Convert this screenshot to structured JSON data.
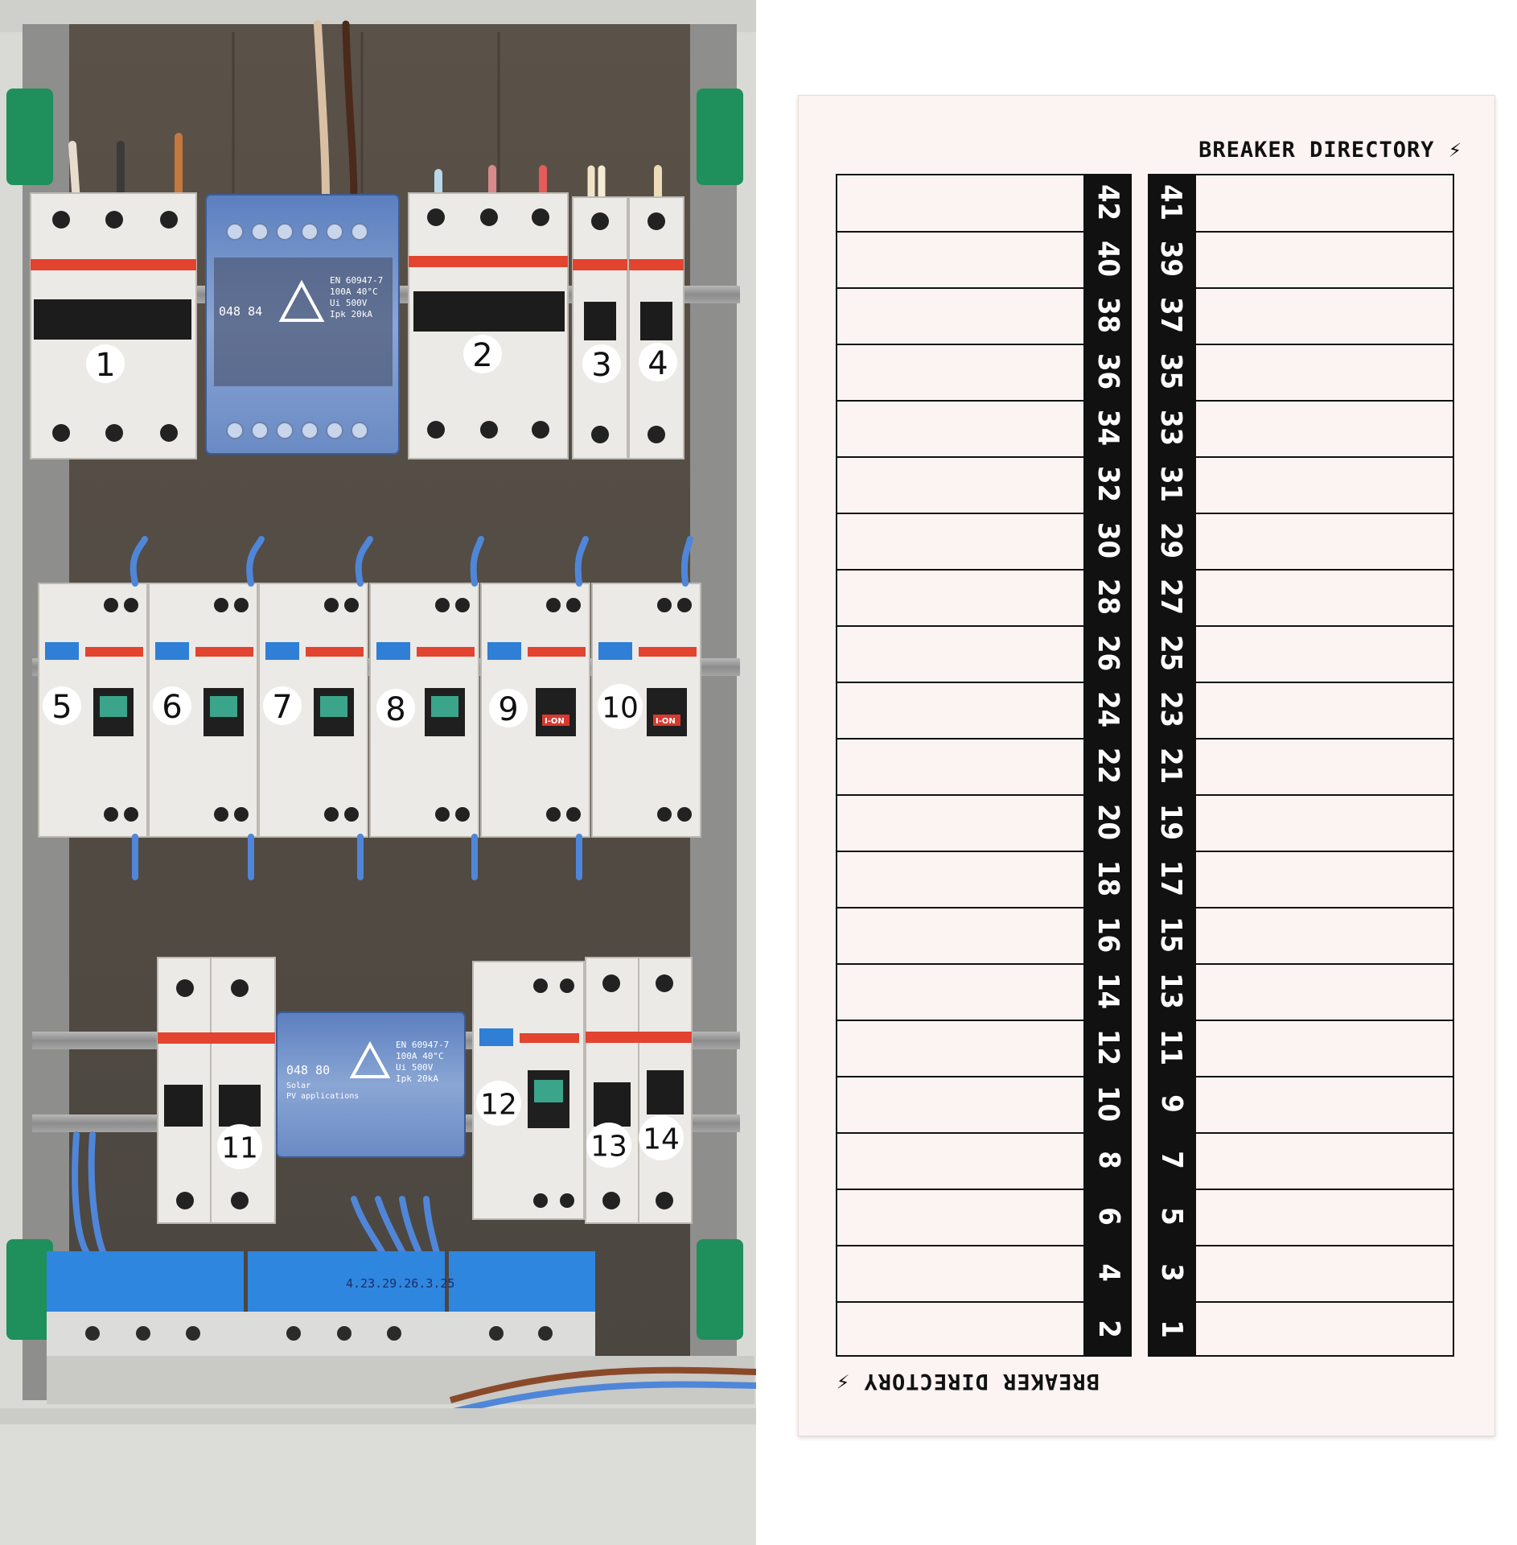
{
  "panel": {
    "breaker_labels": [
      "1",
      "2",
      "3",
      "4",
      "5",
      "6",
      "7",
      "8",
      "9",
      "10",
      "11",
      "12",
      "13",
      "14"
    ],
    "terminal_code": "4.23.29.26.3.25",
    "distribution_block_top": {
      "part": "048 84",
      "spec_lines": [
        "EN 60947-7",
        "100A 40°C",
        "Ui 500V",
        "Ipk 20kA"
      ]
    },
    "distribution_block_bottom": {
      "part": "048 80",
      "sub_lines": [
        "Solar",
        "PV applications"
      ],
      "spec_lines": [
        "EN 60947-7",
        "100A 40°C",
        "Ui 500V",
        "Ipk 20kA"
      ]
    },
    "rcbo_mark": "I-ON"
  },
  "directory": {
    "title": "BREAKER DIRECTORY",
    "icon": "lightning-bolt-icon",
    "left_numbers": [
      "42",
      "40",
      "38",
      "36",
      "34",
      "32",
      "30",
      "28",
      "26",
      "24",
      "22",
      "20",
      "18",
      "16",
      "14",
      "12",
      "10",
      "8",
      "6",
      "4",
      "2"
    ],
    "right_numbers": [
      "41",
      "39",
      "37",
      "35",
      "33",
      "31",
      "29",
      "27",
      "25",
      "23",
      "21",
      "19",
      "17",
      "15",
      "13",
      "11",
      "9",
      "7",
      "5",
      "3",
      "1"
    ]
  },
  "colors": {
    "card_background": "#fcf4f2",
    "strip": "#111111",
    "breaker_red_band": "#e2442f",
    "rcbo_blue": "#2f7fd6",
    "terminal_blue": "#2f86df",
    "rail": "#9a9a9a",
    "green_clip": "#1f8f5b"
  }
}
